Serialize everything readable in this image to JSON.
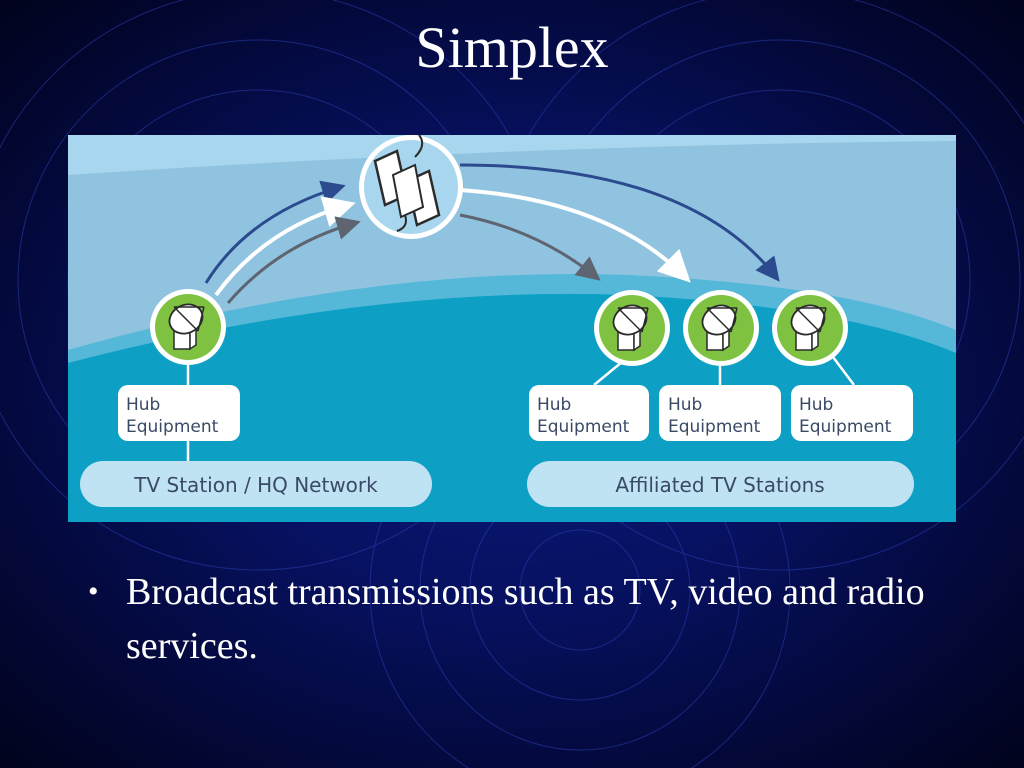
{
  "slide": {
    "title": "Simplex",
    "bullets": [
      "Broadcast transmissions such as TV, video and radio services."
    ]
  },
  "diagram": {
    "satellite_icon": "satellite-icon",
    "dish_icon": "satellite-dish-icon",
    "hub_box_line1": "Hub",
    "hub_box_line2": "Equipment",
    "groups": [
      {
        "label": "TV Station / HQ Network"
      },
      {
        "label": "Affiliated TV Stations"
      }
    ]
  },
  "colors": {
    "slide_background": "#071161",
    "sky": "#8fc3e0",
    "sky_top": "#a8d6ee",
    "earth": "#0ea0c4",
    "earth_band": "#56b8d8",
    "dish_green": "#7fc241",
    "box_fill": "#ffffff",
    "pill_fill": "#bfe3f3",
    "arrow_blue": "#2c4a8e",
    "arrow_white": "#ffffff",
    "arrow_gray": "#5e6470"
  }
}
